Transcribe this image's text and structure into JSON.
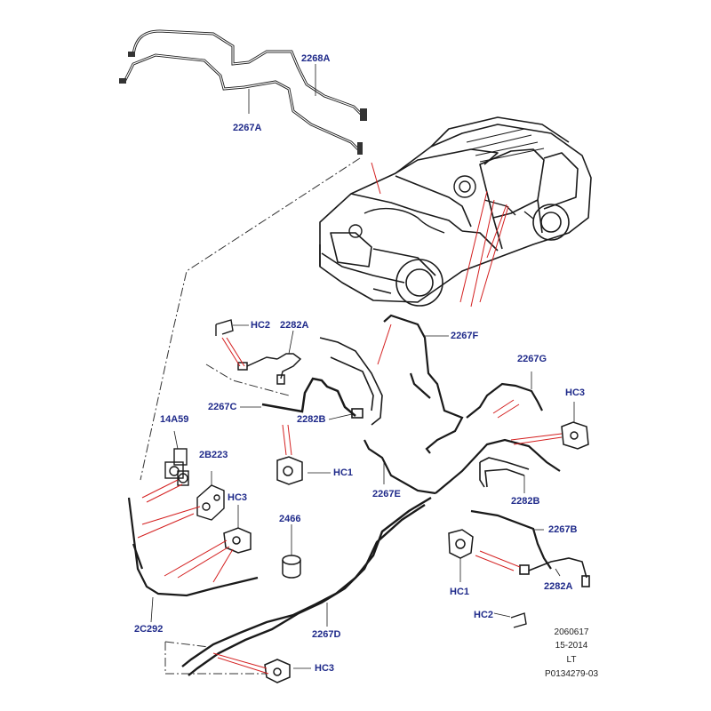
{
  "callouts": {
    "c2268a": "2268A",
    "c2267a": "2267A",
    "c2267f": "2267F",
    "c2267g": "2267G",
    "chc3_right": "HC3",
    "chc2_top": "HC2",
    "c2282a_top": "2282A",
    "c2267c": "2267C",
    "c2282b_mid": "2282B",
    "chc1_mid": "HC1",
    "c14a59": "14A59",
    "c2b223": "2B223",
    "chc3_left": "HC3",
    "c2466": "2466",
    "c2267e": "2267E",
    "c2282b_right": "2282B",
    "c2267b": "2267B",
    "chc1_right": "HC1",
    "c2282a_bottom": "2282A",
    "chc2_bottom": "HC2",
    "c2c292": "2C292",
    "c2267d": "2267D",
    "chc3_bottom": "HC3"
  },
  "meta": {
    "line1": "2060617",
    "line2": "15-2014",
    "line3": "LT",
    "line4": "P0134279-03"
  },
  "colors": {
    "label": "#1f2a8a",
    "pointer": "#d42020",
    "line": "#1a1a1a"
  },
  "icons": {
    "vehicle": "suv-outline",
    "clip": "hose-clip",
    "valve": "valve-block"
  }
}
